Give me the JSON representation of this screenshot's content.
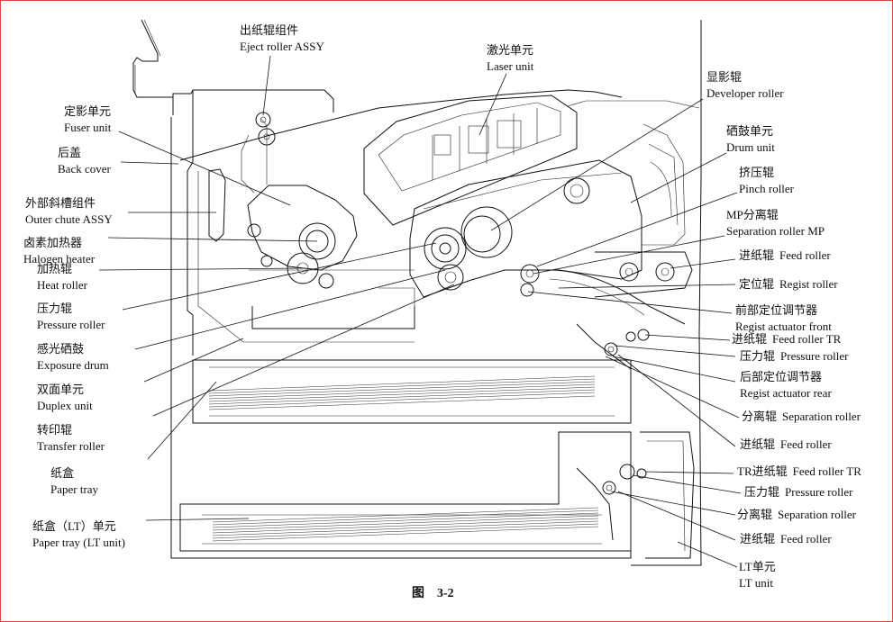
{
  "caption": "图　3-2",
  "labels": [
    {
      "id": "eject-roller-assy",
      "zh": "出纸辊组件",
      "en": "Eject roller ASSY"
    },
    {
      "id": "laser-unit",
      "zh": "激光单元",
      "en": "Laser unit"
    },
    {
      "id": "developer-roller",
      "zh": "显影辊",
      "en": "Developer roller"
    },
    {
      "id": "fuser-unit",
      "zh": "定影单元",
      "en": "Fuser unit"
    },
    {
      "id": "drum-unit",
      "zh": "硒鼓单元",
      "en": "Drum unit"
    },
    {
      "id": "back-cover",
      "zh": "后盖",
      "en": "Back cover"
    },
    {
      "id": "pinch-roller",
      "zh": "挤压辊",
      "en": "Pinch roller"
    },
    {
      "id": "outer-chute-assy",
      "zh": "外部斜槽组件",
      "en": "Outer chute ASSY"
    },
    {
      "id": "separation-roller-mp",
      "zh": "MP分离辊",
      "en": "Separation roller MP"
    },
    {
      "id": "halogen-heater",
      "zh": "卤素加热器",
      "en": "Halogen heater"
    },
    {
      "id": "feed-roller-1",
      "zh": "进纸辊",
      "en": "Feed roller"
    },
    {
      "id": "heat-roller",
      "zh": "加热辊",
      "en": "Heat roller"
    },
    {
      "id": "regist-roller",
      "zh": "定位辊",
      "en": "Regist roller"
    },
    {
      "id": "pressure-roller-fuser",
      "zh": "压力辊",
      "en": "Pressure roller"
    },
    {
      "id": "regist-actuator-front",
      "zh": "前部定位调节器",
      "en": "Regist actuator front"
    },
    {
      "id": "feed-roller-tr-1",
      "zh": "进纸辊",
      "en": "Feed roller TR"
    },
    {
      "id": "exposure-drum",
      "zh": "感光硒鼓",
      "en": "Exposure drum"
    },
    {
      "id": "pressure-roller-1",
      "zh": "压力辊",
      "en": "Pressure roller"
    },
    {
      "id": "regist-actuator-rear",
      "zh": "后部定位调节器",
      "en": "Regist actuator rear"
    },
    {
      "id": "duplex-unit",
      "zh": "双面单元",
      "en": "Duplex unit"
    },
    {
      "id": "separation-roller-1",
      "zh": "分离辊",
      "en": "Separation roller"
    },
    {
      "id": "transfer-roller",
      "zh": "转印辊",
      "en": "Transfer roller"
    },
    {
      "id": "feed-roller-2",
      "zh": "进纸辊",
      "en": "Feed roller"
    },
    {
      "id": "paper-tray",
      "zh": "纸盒",
      "en": "Paper tray"
    },
    {
      "id": "feed-roller-tr-2",
      "zh": "TR进纸辊",
      "en": "Feed roller TR"
    },
    {
      "id": "pressure-roller-2",
      "zh": "压力辊",
      "en": "Pressure roller"
    },
    {
      "id": "paper-tray-lt",
      "zh": "纸盒（LT）单元",
      "en": "Paper tray (LT unit)"
    },
    {
      "id": "separation-roller-2",
      "zh": "分离辊",
      "en": "Separation roller"
    },
    {
      "id": "feed-roller-3",
      "zh": "进纸辊",
      "en": "Feed roller"
    },
    {
      "id": "lt-unit",
      "zh": "LT单元",
      "en": "LT unit"
    }
  ]
}
